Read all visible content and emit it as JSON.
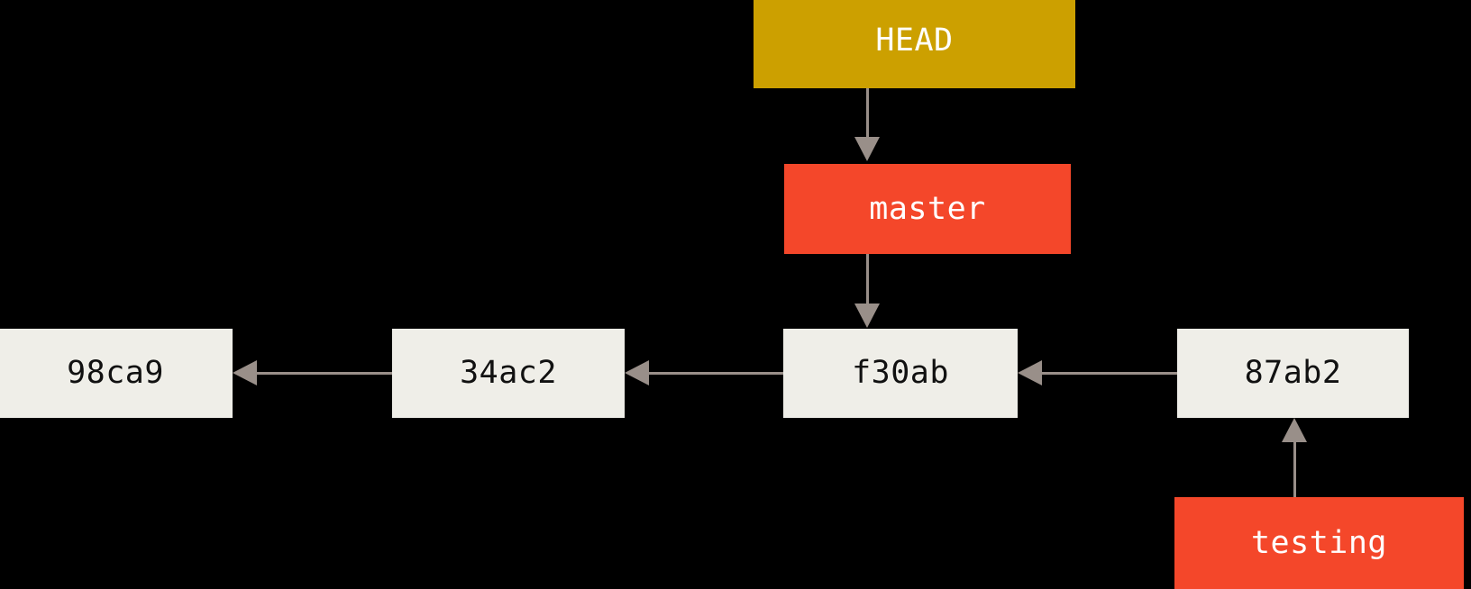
{
  "diagram": {
    "title": "git branch pointers diagram",
    "background_color": "#000000",
    "edge_color": "#998F89",
    "nodes": {
      "head": {
        "label": "HEAD",
        "kind": "head-pointer",
        "fill_color": "#CCA000",
        "text_color": "#FFFFFF"
      },
      "master": {
        "label": "master",
        "kind": "branch-pointer",
        "fill_color": "#F4472A",
        "text_color": "#FFFFFF"
      },
      "testing": {
        "label": "testing",
        "kind": "branch-pointer",
        "fill_color": "#F4472A",
        "text_color": "#FFFFFF"
      },
      "commit_98ca9": {
        "label": "98ca9",
        "kind": "commit",
        "fill_color": "#EFEEE8",
        "text_color": "#111111"
      },
      "commit_34ac2": {
        "label": "34ac2",
        "kind": "commit",
        "fill_color": "#EFEEE8",
        "text_color": "#111111"
      },
      "commit_f30ab": {
        "label": "f30ab",
        "kind": "commit",
        "fill_color": "#EFEEE8",
        "text_color": "#111111"
      },
      "commit_87ab2": {
        "label": "87ab2",
        "kind": "commit",
        "fill_color": "#EFEEE8",
        "text_color": "#111111"
      }
    },
    "edges": [
      {
        "from": "HEAD",
        "to": "master",
        "direction": "down"
      },
      {
        "from": "master",
        "to": "f30ab",
        "direction": "down"
      },
      {
        "from": "34ac2",
        "to": "98ca9",
        "direction": "left"
      },
      {
        "from": "f30ab",
        "to": "34ac2",
        "direction": "left"
      },
      {
        "from": "87ab2",
        "to": "f30ab",
        "direction": "left"
      },
      {
        "from": "testing",
        "to": "87ab2",
        "direction": "up"
      }
    ]
  }
}
